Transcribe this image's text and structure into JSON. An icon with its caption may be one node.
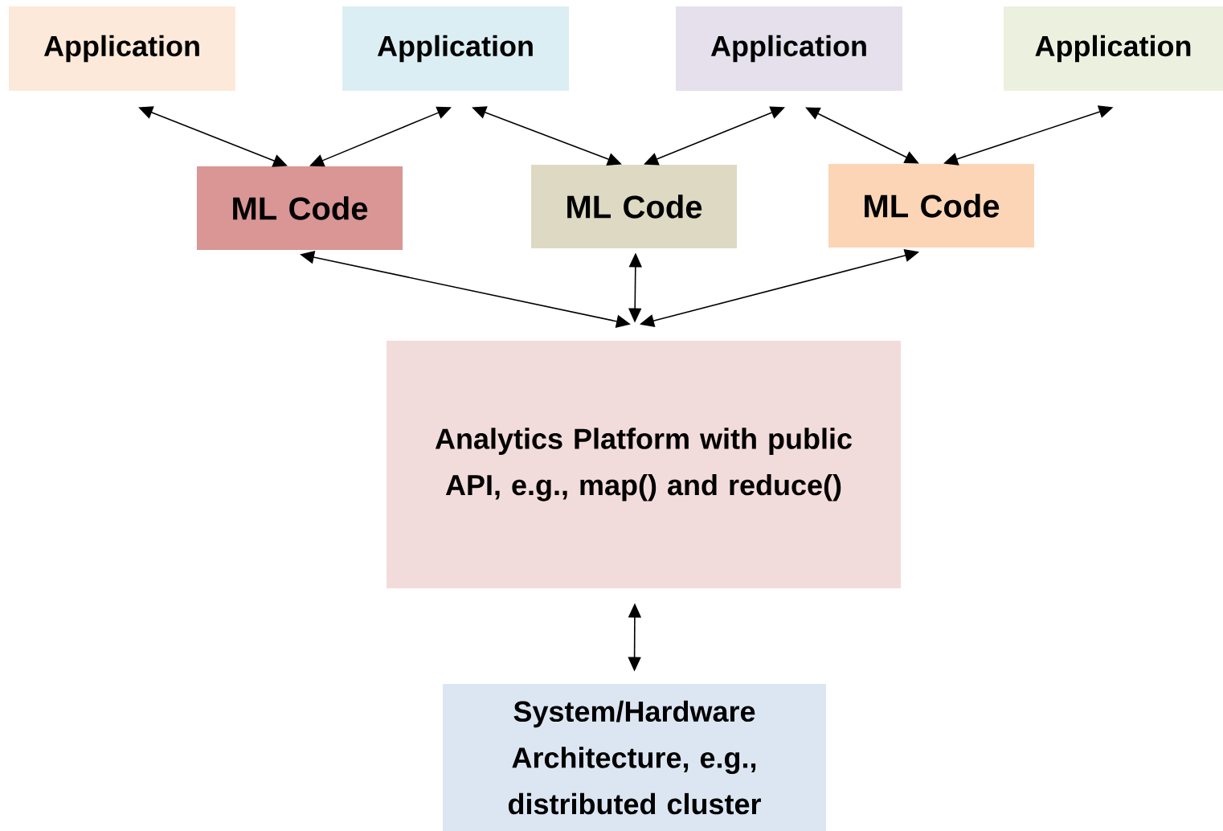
{
  "diagram": {
    "nodes": [
      {
        "text": [
          "Application"
        ]
      },
      {
        "text": [
          "Application"
        ]
      },
      {
        "text": [
          "Application"
        ]
      },
      {
        "text": [
          "Application"
        ]
      },
      {
        "text": [
          "ML Code"
        ]
      },
      {
        "text": [
          "ML Code"
        ]
      },
      {
        "text": [
          "ML Code"
        ]
      },
      {
        "text": [
          "Analytics Platform with public API, e.g., map() and reduce()"
        ]
      },
      {
        "text": [
          "System/Hardware Architecture, e.g., distributed cluster"
        ]
      }
    ],
    "edges": [
      {
        "from": 4,
        "to": 0,
        "arrow": "both"
      },
      {
        "from": 4,
        "to": 1,
        "arrow": "both"
      },
      {
        "from": 5,
        "to": 1,
        "arrow": "both"
      },
      {
        "from": 5,
        "to": 2,
        "arrow": "both"
      },
      {
        "from": 6,
        "to": 2,
        "arrow": "both"
      },
      {
        "from": 6,
        "to": 3,
        "arrow": "both"
      },
      {
        "from": 4,
        "to": 7,
        "arrow": "both"
      },
      {
        "from": 5,
        "to": 7,
        "arrow": "both"
      },
      {
        "from": 6,
        "to": 7,
        "arrow": "both"
      },
      {
        "from": 7,
        "to": 8,
        "arrow": "both"
      }
    ]
  }
}
